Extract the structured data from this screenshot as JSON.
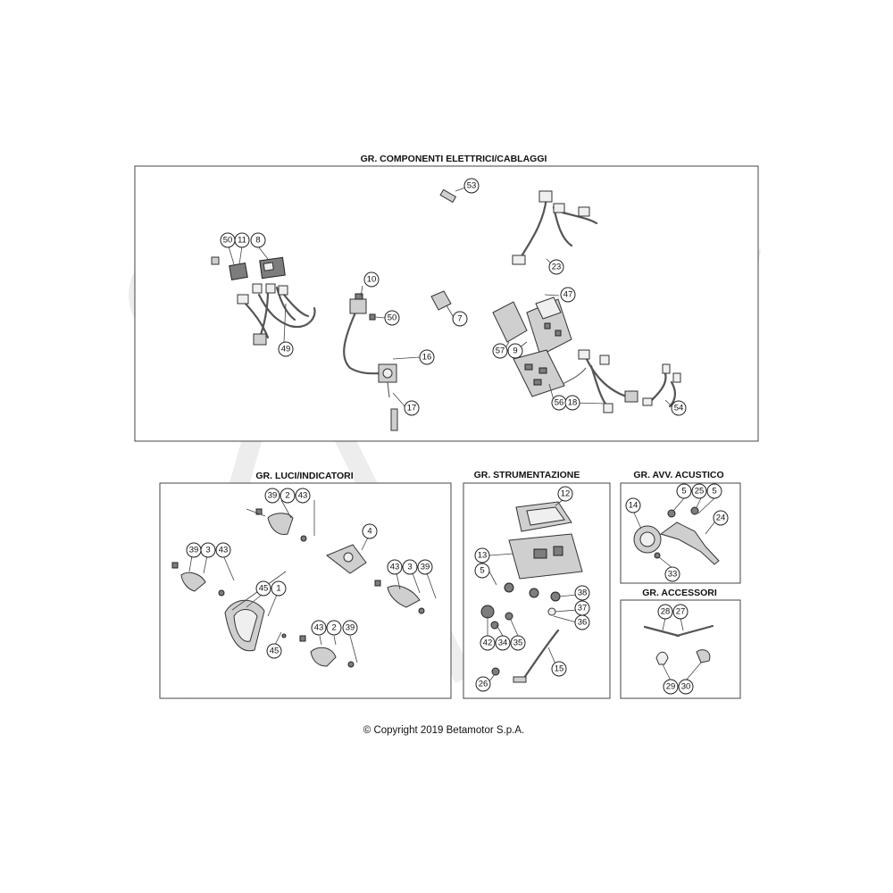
{
  "groups": {
    "electrical": {
      "title": "GR. COMPONENTI ELETTRICI/CABLAGGI"
    },
    "lights": {
      "title": "GR. LUCI/INDICATORI"
    },
    "instruments": {
      "title": "GR. STRUMENTAZIONE"
    },
    "horn": {
      "title": "GR. AVV. ACUSTICO"
    },
    "accessories": {
      "title": "GR. ACCESSORI"
    }
  },
  "callouts": {
    "e53": "53",
    "e50a": "50",
    "e11": "11",
    "e8": "8",
    "e23": "23",
    "e10": "10",
    "e50b": "50",
    "e7": "7",
    "e47": "47",
    "e49": "49",
    "e57": "57",
    "e9": "9",
    "e16": "16",
    "e17": "17",
    "e56": "56",
    "e18": "18",
    "e54": "54",
    "l39a": "39",
    "l2a": "2",
    "l43a": "43",
    "l4": "4",
    "l39b": "39",
    "l3a": "3",
    "l43b": "43",
    "l43c": "43",
    "l3b": "3",
    "l39c": "39",
    "l45a": "45",
    "l1": "1",
    "l43d": "43",
    "l2b": "2",
    "l39d": "39",
    "l45b": "45",
    "s12": "12",
    "s13": "13",
    "s5": "5",
    "s38": "38",
    "s37": "37",
    "s36": "36",
    "s42": "42",
    "s34": "34",
    "s35": "35",
    "s15": "15",
    "s26": "26",
    "h5a": "5",
    "h25": "25",
    "h5b": "5",
    "h14": "14",
    "h24": "24",
    "h33": "33",
    "a28": "28",
    "a27": "27",
    "a29": "29",
    "a30": "30"
  },
  "footer": {
    "copyright": "© Copyright 2019 Betamotor S.p.A."
  }
}
